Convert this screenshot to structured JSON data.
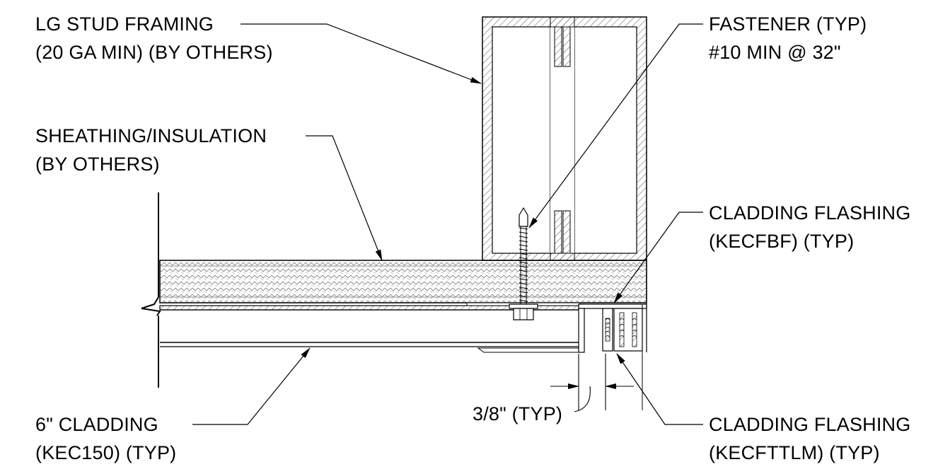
{
  "labels": {
    "stud_line1": "LG STUD FRAMING",
    "stud_line2": "(20 GA MIN) (BY OTHERS)",
    "fastener_line1": "FASTENER (TYP)",
    "fastener_line2": "#10 MIN @ 32\"",
    "sheathing_line1": "SHEATHING/INSULATION",
    "sheathing_line2": "(BY OTHERS)",
    "flashing_bf_line1": "CLADDING FLASHING",
    "flashing_bf_line2": "(KECFBF) (TYP)",
    "cladding_line1": "6\" CLADDING",
    "cladding_line2": "(KEC150) (TYP)",
    "flashing_ttlm_line1": "CLADDING FLASHING",
    "flashing_ttlm_line2": "(KECFTTLM) (TYP)",
    "dimension": "3/8\" (TYP)"
  }
}
